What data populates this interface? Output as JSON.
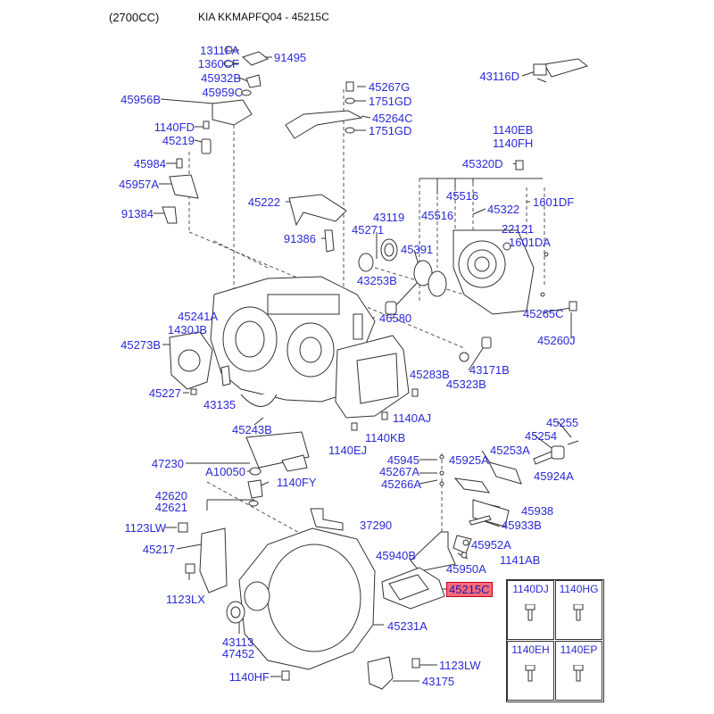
{
  "header": {
    "engine": "(2700CC)",
    "model_code": "KIA KKMAPFQ04 - 45215C"
  },
  "labels": {
    "p1311FA": "1311FA",
    "p1360CF": "1360CF",
    "p91495": "91495",
    "p45932B": "45932B",
    "p45959C": "45959C",
    "p45956B": "45956B",
    "p1140FD": "1140FD",
    "p45219": "45219",
    "p45984": "45984",
    "p45957A": "45957A",
    "p91384": "91384",
    "p45267G": "45267G",
    "p1751GD_a": "1751GD",
    "p45264C": "45264C",
    "p1751GD_b": "1751GD",
    "p43116D": "43116D",
    "p1140EB": "1140EB",
    "p1140FH": "1140FH",
    "p45320D": "45320D",
    "p45516_a": "45516",
    "p45516_b": "45516",
    "p45322": "45322",
    "p1601DF": "1601DF",
    "p22121": "22121",
    "p1601DA": "1601DA",
    "p45222": "45222",
    "p43119": "43119",
    "p45271": "45271",
    "p91386": "91386",
    "p45391": "45391",
    "p43253B": "43253B",
    "p45241A": "45241A",
    "p1430JB": "1430JB",
    "p45273B": "45273B",
    "p46580": "46580",
    "p45265C": "45265C",
    "p45260J": "45260J",
    "p45283B": "45283B",
    "p43171B": "43171B",
    "p45323B": "45323B",
    "p45227": "45227",
    "p43135": "43135",
    "p1140AJ": "1140AJ",
    "p45243B": "45243B",
    "p1140KB": "1140KB",
    "p1140EJ": "1140EJ",
    "p45255": "45255",
    "p45254": "45254",
    "p45253A": "45253A",
    "p47230": "47230",
    "pA10050": "A10050",
    "p45945": "45945",
    "p45925A": "45925A",
    "p45267A": "45267A",
    "p45266A": "45266A",
    "p45924A": "45924A",
    "p1140FY": "1140FY",
    "p42620": "42620",
    "p42621": "42621",
    "p45938": "45938",
    "p37290": "37290",
    "p45933B": "45933B",
    "p1123LW_a": "1123LW",
    "p45217": "45217",
    "p45952A": "45952A",
    "p45940B": "45940B",
    "p1141AB": "1141AB",
    "p45950A": "45950A",
    "p45215C": "45215C",
    "p1123LX": "1123LX",
    "p45231A": "45231A",
    "p43113": "43113",
    "p47452": "47452",
    "p1123LW_b": "1123LW",
    "p1140HF": "1140HF",
    "p43175": "43175"
  },
  "ref_table": {
    "c1": "1140DJ",
    "c2": "1140HG",
    "c3": "1140EH",
    "c4": "1140EP"
  },
  "colors": {
    "label_text": "#2a2ad8",
    "highlight_fill": "#ff6a7a",
    "line": "#333333"
  }
}
